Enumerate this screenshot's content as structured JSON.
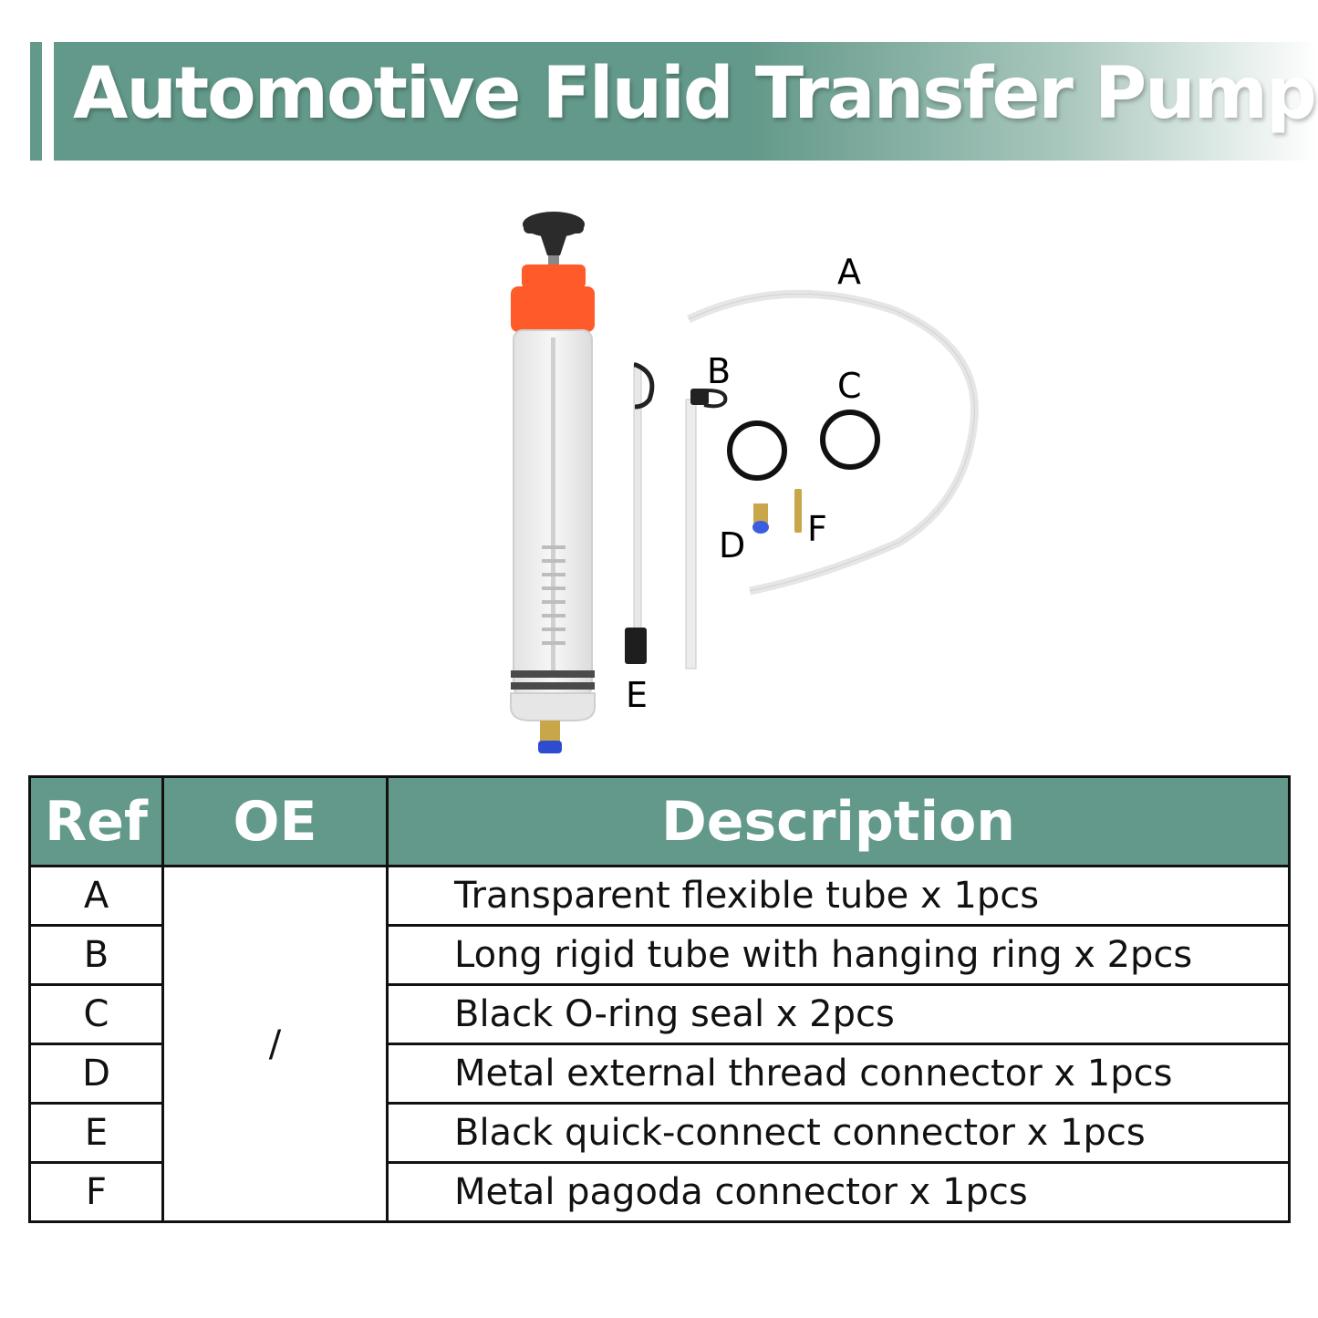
{
  "banner": {
    "title": "Automotive Fluid Transfer Pump"
  },
  "callouts": [
    "A",
    "B",
    "C",
    "D",
    "E",
    "F"
  ],
  "table": {
    "headers": {
      "ref": "Ref",
      "oe": "OE",
      "description": "Description"
    },
    "oe_value": "/",
    "rows": [
      {
        "ref": "A",
        "description": "Transparent flexible tube x 1pcs"
      },
      {
        "ref": "B",
        "description": "Long rigid tube with hanging ring x 2pcs"
      },
      {
        "ref": "C",
        "description": "Black O-ring seal x 2pcs"
      },
      {
        "ref": "D",
        "description": "Metal external thread connector x 1pcs"
      },
      {
        "ref": "E",
        "description": "Black quick-connect connector x 1pcs"
      },
      {
        "ref": "F",
        "description": "Metal pagoda connector x 1pcs"
      }
    ]
  },
  "colors": {
    "accent": "#63998a",
    "cap": "#ff5a2a"
  }
}
